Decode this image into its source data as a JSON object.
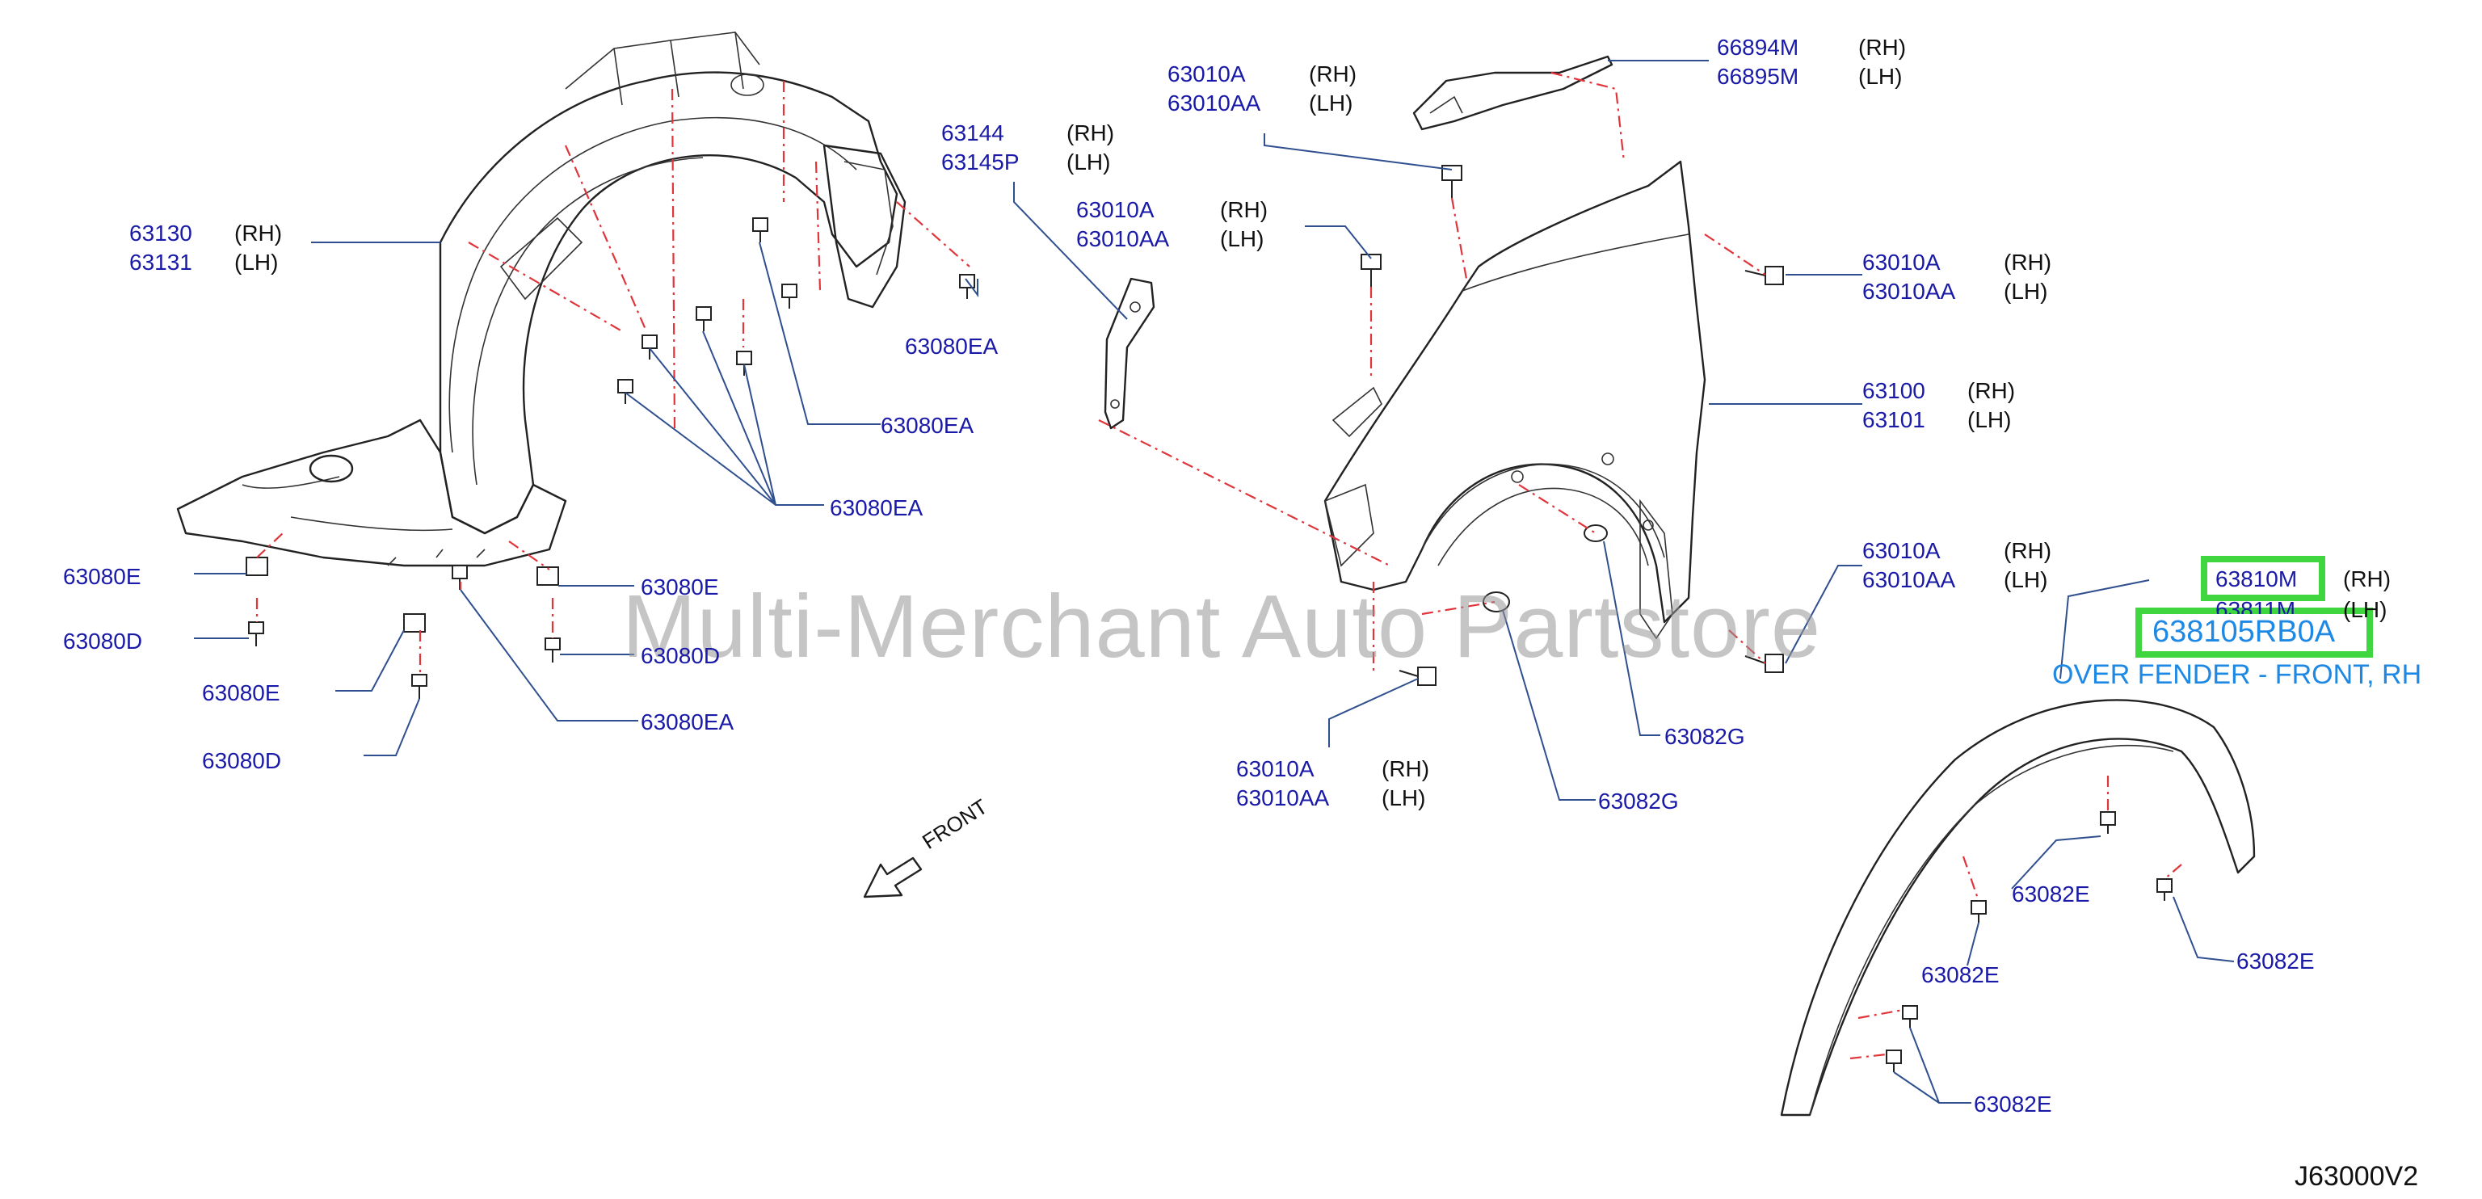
{
  "watermark": "Multi-Merchant Auto Partstore",
  "diagram_ref": "J63000V2",
  "front_arrow": {
    "label": "FRONT"
  },
  "highlight": {
    "part_number": "63810M",
    "side": "(RH)",
    "oem_number": "638105RB0A",
    "description": "OVER FENDER - FRONT, RH",
    "color": "#3fd63f"
  },
  "labels": {
    "l01": {
      "pn": "63130",
      "side": "(RH)"
    },
    "l02": {
      "pn": "63131",
      "side": "(LH)"
    },
    "l03": {
      "pn": "63144",
      "side": "(RH)"
    },
    "l04": {
      "pn": "63145P",
      "side": "(LH)"
    },
    "l05": {
      "pn": "63010A",
      "side": "(RH)"
    },
    "l06": {
      "pn": "63010AA",
      "side": "(LH)"
    },
    "l07": {
      "pn": "66894M",
      "side": "(RH)"
    },
    "l08": {
      "pn": "66895M",
      "side": "(LH)"
    },
    "l09": {
      "pn": "63010A",
      "side": "(RH)"
    },
    "l10": {
      "pn": "63010AA",
      "side": "(LH)"
    },
    "l11": {
      "pn": "63010A",
      "side": "(RH)"
    },
    "l12": {
      "pn": "63010AA",
      "side": "(LH)"
    },
    "l13": {
      "pn": "63080EA"
    },
    "l14": {
      "pn": "63080EA"
    },
    "l15": {
      "pn": "63080EA"
    },
    "l16": {
      "pn": "63100",
      "side": "(RH)"
    },
    "l17": {
      "pn": "63101",
      "side": "(LH)"
    },
    "l18": {
      "pn": "63080E"
    },
    "l19": {
      "pn": "63080E"
    },
    "l20": {
      "pn": "63080D"
    },
    "l21": {
      "pn": "63080D"
    },
    "l22": {
      "pn": "63080E"
    },
    "l23": {
      "pn": "63080EA"
    },
    "l24": {
      "pn": "63080D"
    },
    "l25": {
      "pn": "63010A",
      "side": "(RH)"
    },
    "l26": {
      "pn": "63010AA",
      "side": "(LH)"
    },
    "l27": {
      "pn": "63811M",
      "side": "(LH)"
    },
    "l28": {
      "pn": "63082G"
    },
    "l29": {
      "pn": "63082G"
    },
    "l30": {
      "pn": "63010A",
      "side": "(RH)"
    },
    "l31": {
      "pn": "63010AA",
      "side": "(LH)"
    },
    "l32": {
      "pn": "63082E"
    },
    "l33": {
      "pn": "63082E"
    },
    "l34": {
      "pn": "63082E"
    },
    "l35": {
      "pn": "63082E"
    }
  }
}
